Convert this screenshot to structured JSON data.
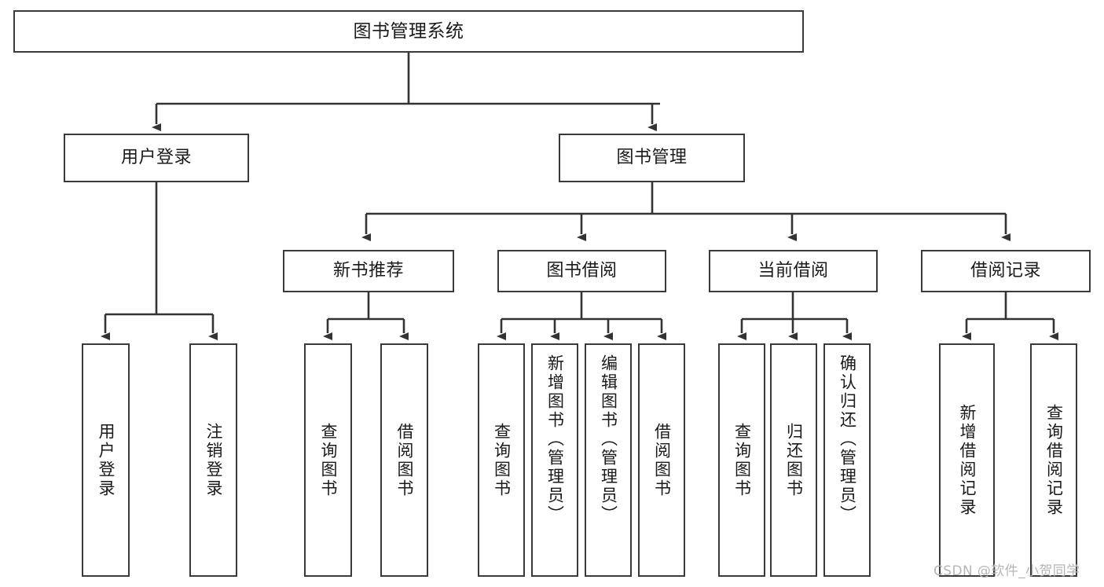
{
  "diagram": {
    "type": "tree-hierarchy-diagram",
    "title": "图书管理系统",
    "style": {
      "box_border_color": "#3a3a3a",
      "box_fill": "#ffffff",
      "edge_color": "#333333",
      "text_color": "#1a1a1a",
      "background": "#ffffff"
    },
    "root": {
      "label": "图书管理系统",
      "orientation": "horizontal"
    },
    "level2": [
      {
        "label": "用户登录",
        "orientation": "horizontal"
      },
      {
        "label": "图书管理",
        "orientation": "horizontal"
      }
    ],
    "level3": [
      {
        "label": "新书推荐",
        "orientation": "horizontal",
        "parent": "图书管理"
      },
      {
        "label": "图书借阅",
        "orientation": "horizontal",
        "parent": "图书管理"
      },
      {
        "label": "当前借阅",
        "orientation": "horizontal",
        "parent": "图书管理"
      },
      {
        "label": "借阅记录",
        "orientation": "horizontal",
        "parent": "图书管理"
      }
    ],
    "leaves": [
      {
        "label": "用户登录",
        "parent": "用户登录",
        "orientation": "vertical"
      },
      {
        "label": "注销登录",
        "parent": "用户登录",
        "orientation": "vertical"
      },
      {
        "label": "查询图书",
        "parent": "新书推荐",
        "orientation": "vertical"
      },
      {
        "label": "借阅图书",
        "parent": "新书推荐",
        "orientation": "vertical"
      },
      {
        "label": "查询图书",
        "parent": "图书借阅",
        "orientation": "vertical"
      },
      {
        "label": "新增图书（管理员）",
        "parent": "图书借阅",
        "orientation": "vertical"
      },
      {
        "label": "编辑图书（管理员）",
        "parent": "图书借阅",
        "orientation": "vertical"
      },
      {
        "label": "借阅图书",
        "parent": "图书借阅",
        "orientation": "vertical"
      },
      {
        "label": "查询图书",
        "parent": "当前借阅",
        "orientation": "vertical"
      },
      {
        "label": "归还图书",
        "parent": "当前借阅",
        "orientation": "vertical"
      },
      {
        "label": "确认归还（管理员）",
        "parent": "当前借阅",
        "orientation": "vertical"
      },
      {
        "label": "新增借阅记录",
        "parent": "借阅记录",
        "orientation": "vertical"
      },
      {
        "label": "查询借阅记录",
        "parent": "借阅记录",
        "orientation": "vertical"
      }
    ]
  },
  "watermark": {
    "text": "CSDN @软件_小贺同学"
  }
}
